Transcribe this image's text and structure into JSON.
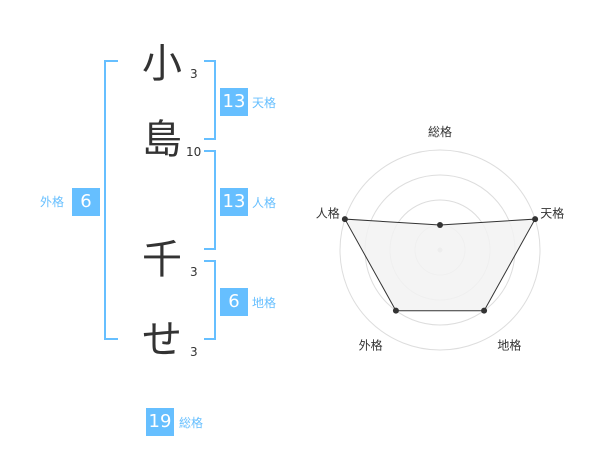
{
  "name": {
    "chars": [
      {
        "char": "小",
        "strokes": "3"
      },
      {
        "char": "島",
        "strokes": "10"
      },
      {
        "char": "千",
        "strokes": "3"
      },
      {
        "char": "せ",
        "strokes": "3"
      }
    ]
  },
  "kaku": {
    "tenkaku": {
      "label": "天格",
      "value": "13"
    },
    "jinkaku": {
      "label": "人格",
      "value": "13"
    },
    "chikaku": {
      "label": "地格",
      "value": "6"
    },
    "gaikaku": {
      "label": "外格",
      "value": "6"
    },
    "soukaku": {
      "label": "総格",
      "value": "19"
    }
  },
  "colors": {
    "accent": "#66bfff",
    "text": "#333333",
    "grid": "#dddddd",
    "fill": "#f2f2f2"
  },
  "chart_data": {
    "type": "radar",
    "axes": [
      "総格",
      "天格",
      "地格",
      "外格",
      "人格"
    ],
    "values": [
      1,
      4,
      3,
      3,
      4
    ],
    "max": 4,
    "rings": 4
  }
}
